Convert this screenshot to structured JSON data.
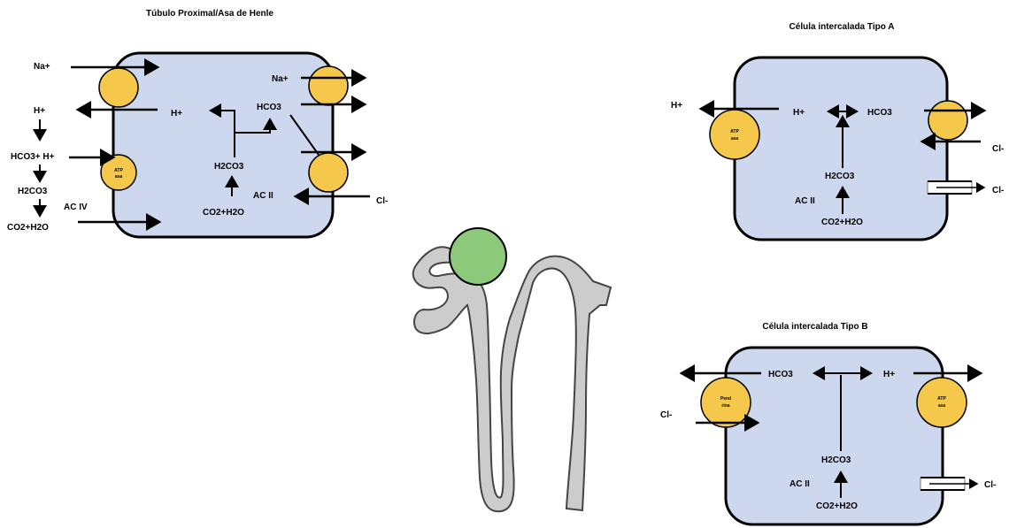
{
  "colors": {
    "cell_fill": "#cdd7ee",
    "transporter": "#f5c84c",
    "glomerulus": "#8cc97a",
    "tubule": "#cccccc"
  },
  "panel_proximal": {
    "title": "Túbulo Proximal/Asa de Henle",
    "na_left": "Na+",
    "h_left": "H+",
    "hco3_h": "HCO3+ H+",
    "h2co3_left": "H2CO3",
    "co2_left": "CO2+H2O",
    "ac_iv": "AC IV",
    "atp_line1": "ATP",
    "atp_line2": "asa",
    "h_inner": "H+",
    "hco3_inner": "HCO3",
    "h2co3_inner": "H2CO3",
    "co2_inner": "CO2+H2O",
    "ac_ii": "AC II",
    "na_right": "Na+",
    "cl_right": "Cl-"
  },
  "panel_a": {
    "title": "Célula intercalada Tipo A",
    "h_out": "H+",
    "h_inner": "H+",
    "hco3": "HCO3",
    "h2co3": "H2CO3",
    "ac_ii": "AC II",
    "co2": "CO2+H2O",
    "atp_line1": "ATP",
    "atp_line2": "asa",
    "cl_1": "Cl-",
    "cl_2": "Cl-"
  },
  "panel_b": {
    "title": "Célula intercalada Tipo B",
    "hco3": "HCO3",
    "h_inner": "H+",
    "cl_in": "Cl-",
    "pend_line1": "Pend",
    "pend_line2": "rina",
    "atp_line1": "ATP",
    "atp_line2": "asa",
    "h2co3": "H2CO3",
    "ac_ii": "AC II",
    "co2": "CO2+H2O",
    "cl_out": "Cl-"
  }
}
